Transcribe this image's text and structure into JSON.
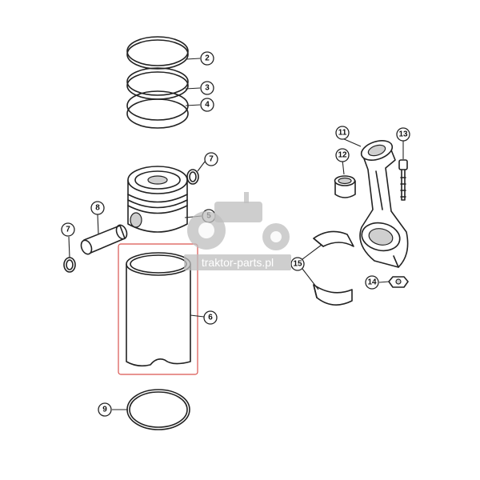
{
  "watermark": {
    "text": "traktor-parts.pl"
  },
  "highlight_color": "#d9534f",
  "callouts": [
    {
      "id": "ring-top",
      "label": "2"
    },
    {
      "id": "ring-middle",
      "label": "3"
    },
    {
      "id": "ring-bottom",
      "label": "4"
    },
    {
      "id": "piston",
      "label": "5"
    },
    {
      "id": "cylinder-liner",
      "label": "6"
    },
    {
      "id": "circlip-right",
      "label": "7"
    },
    {
      "id": "circlip-left",
      "label": "7"
    },
    {
      "id": "piston-pin",
      "label": "8"
    },
    {
      "id": "o-ring",
      "label": "9"
    },
    {
      "id": "connecting-rod",
      "label": "11"
    },
    {
      "id": "bushing",
      "label": "12"
    },
    {
      "id": "rod-bolt",
      "label": "13"
    },
    {
      "id": "nut",
      "label": "14"
    },
    {
      "id": "bearing-shells",
      "label": "15"
    }
  ]
}
